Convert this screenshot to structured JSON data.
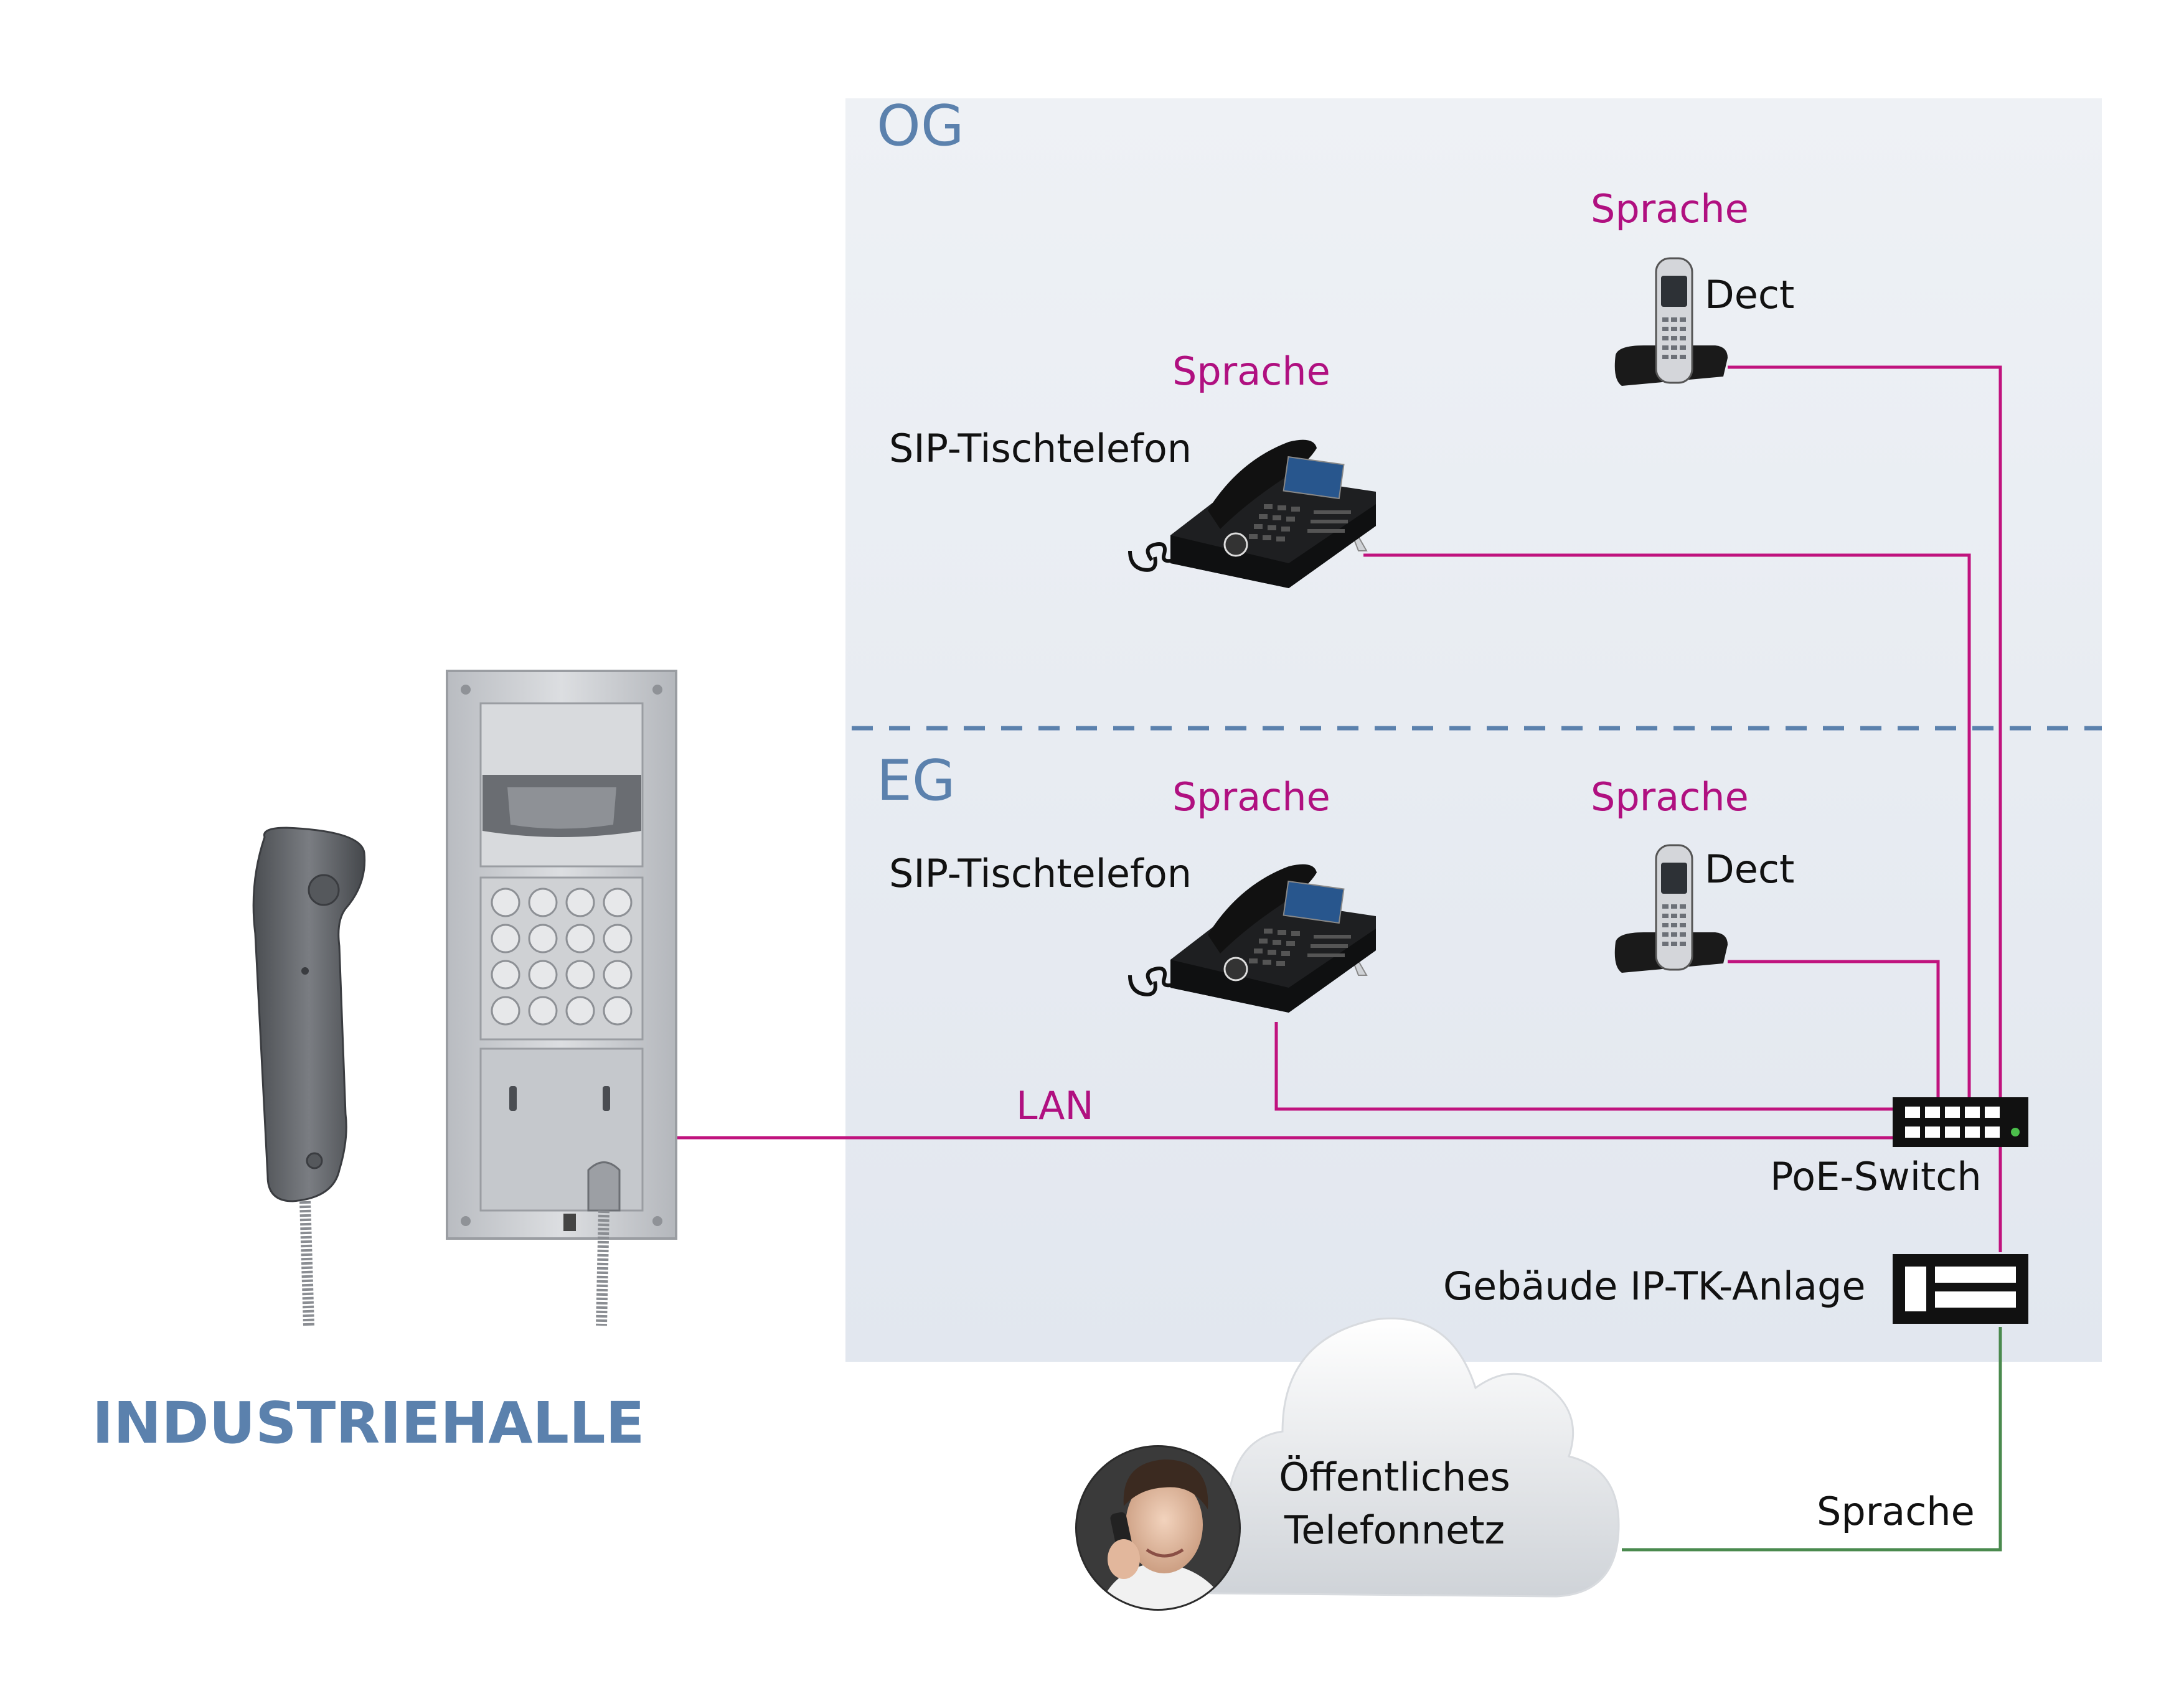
{
  "colors": {
    "floor_label": "#5b81ad",
    "voice_label": "#b01080",
    "line_magenta": "#c0137e",
    "line_green": "#4a8a4e",
    "building_fill": "#e8ecf3",
    "dashed_line": "#5b81ad",
    "device_dark": "#1a1a1a",
    "panel_steel": "#c9ccd0"
  },
  "floors": {
    "upper": "OG",
    "ground": "EG"
  },
  "hall_label": "INDUSTRIEHALLE",
  "devices": {
    "og_dect": {
      "voice": "Sprache",
      "name": "Dect",
      "icon": "dect-phone-icon"
    },
    "og_sip": {
      "voice": "Sprache",
      "name": "SIP-Tischtelefon",
      "icon": "desk-phone-icon"
    },
    "eg_sip": {
      "voice": "Sprache",
      "name": "SIP-Tischtelefon",
      "icon": "desk-phone-icon"
    },
    "eg_dect": {
      "voice": "Sprache",
      "name": "Dect",
      "icon": "dect-phone-icon"
    },
    "poe_switch": {
      "name": "PoE-Switch",
      "icon": "network-switch-icon"
    },
    "pbx": {
      "name": "Gebäude IP-TK-Anlage",
      "icon": "pbx-icon"
    },
    "hall_phone": {
      "icon": "industrial-phone-icon",
      "handset_icon": "handset-icon"
    }
  },
  "links": {
    "lan_label": "LAN",
    "public_voice": "Sprache"
  },
  "cloud": {
    "line1": "Öffentliches",
    "line2": "Telefonnetz",
    "icon": "cloud-icon",
    "person_icon": "caller-avatar-icon"
  }
}
